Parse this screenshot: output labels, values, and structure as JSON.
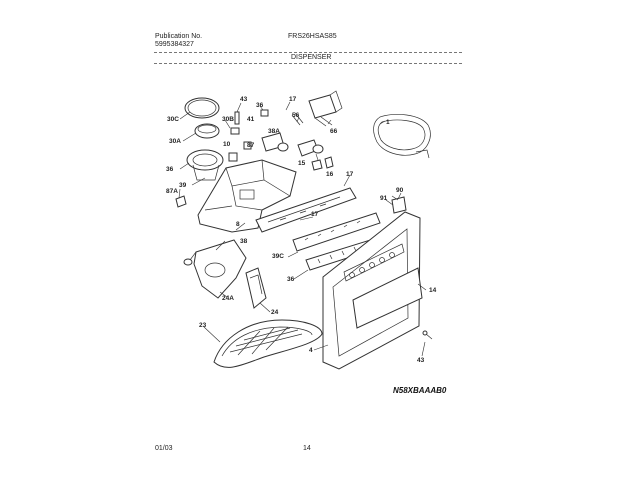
{
  "header": {
    "publication_label": "Publication No.",
    "publication_number": "5995384327",
    "model": "FRS26HSAS85",
    "section_title": "DISPENSER"
  },
  "callouts": [
    "43",
    "36",
    "17",
    "30C",
    "30B",
    "41",
    "56",
    "66",
    "10",
    "87",
    "38A",
    "1",
    "30A",
    "36",
    "39",
    "15",
    "16",
    "87A",
    "17",
    "90",
    "91",
    "8",
    "17",
    "38",
    "39C",
    "36",
    "14",
    "24A",
    "24",
    "23",
    "4",
    "43"
  ],
  "diagram_ref": "N58XBAAAB0",
  "footer": {
    "date": "01/03",
    "page": "14"
  }
}
